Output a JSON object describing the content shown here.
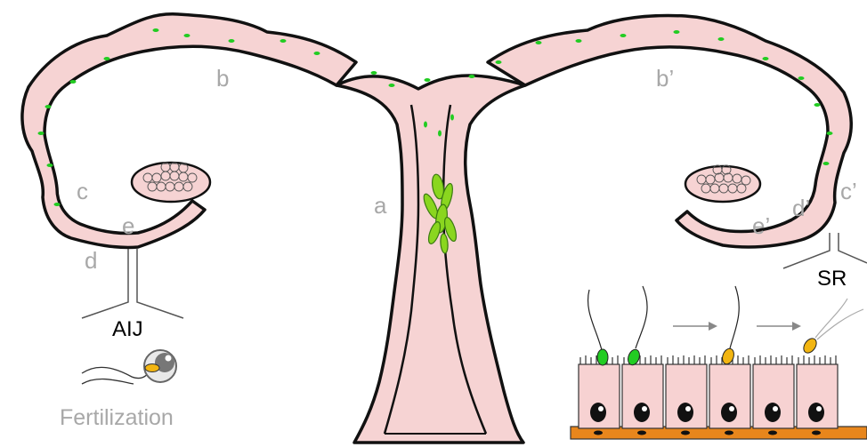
{
  "labels": {
    "a": "a",
    "b": "b",
    "b_prime": "b’",
    "c": "c",
    "c_prime": "c’",
    "d": "d",
    "d_prime": "d’",
    "e": "e",
    "e_prime": "e’",
    "aij": "AIJ",
    "sr": "SR",
    "fertilization": "Fertilization"
  },
  "colors": {
    "tissue": "#f6d3d3",
    "outline": "#111111",
    "sperm_bound": "#22cc22",
    "sperm_released": "#f2b511",
    "cytoplasm": "#f7d2d2",
    "basement": "#e8861c",
    "label_gray": "#a8a8a8",
    "label_black": "#000000",
    "arrow": "#888888"
  }
}
